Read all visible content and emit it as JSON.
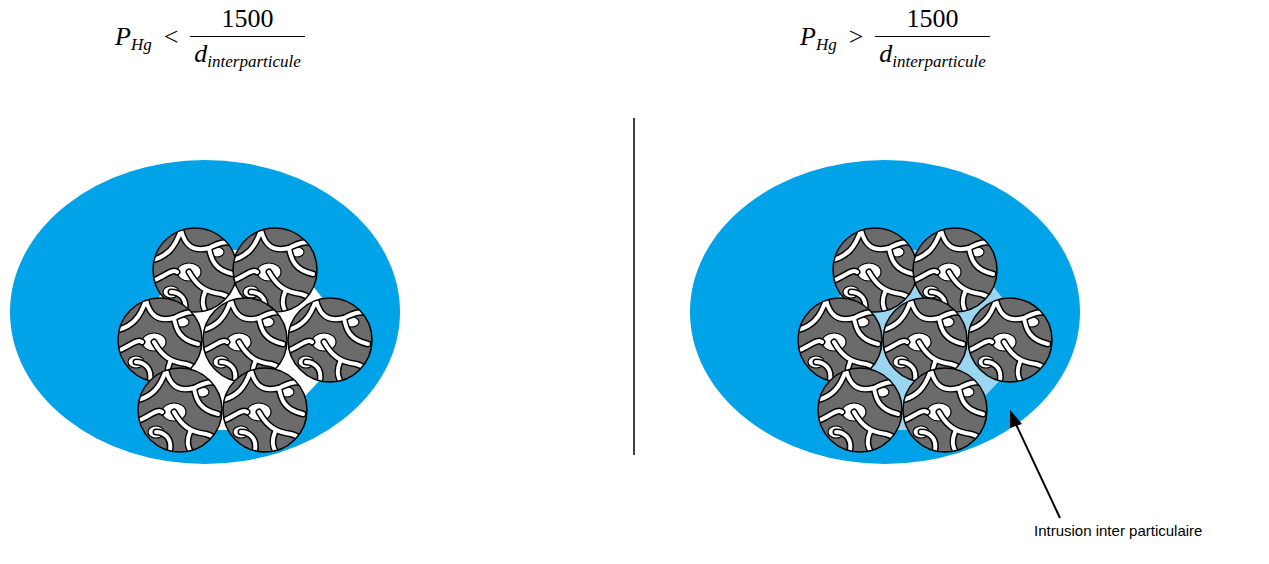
{
  "diagram": {
    "labels": [
      "P",
      "Hg",
      "<",
      "1500",
      "d",
      "interparticule",
      "P",
      "Hg",
      ">",
      "1500",
      "d",
      "interparticule",
      "Intrusion inter particulaire"
    ]
  }
}
